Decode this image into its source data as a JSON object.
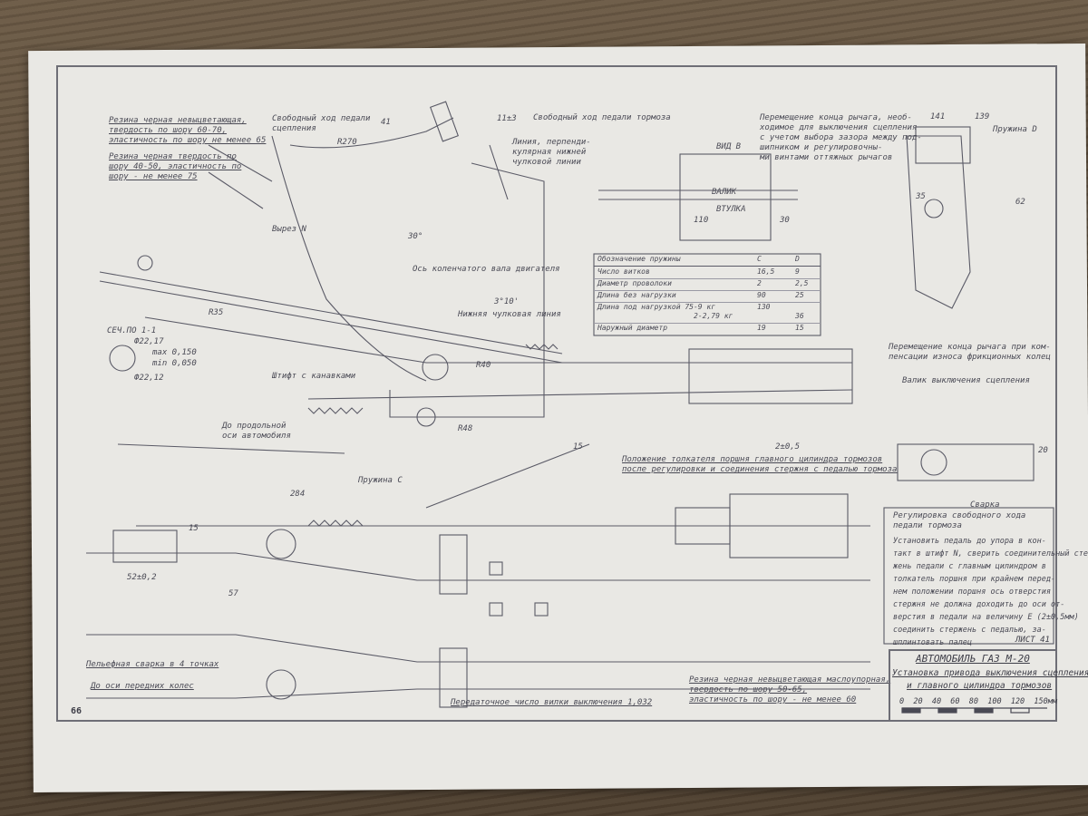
{
  "page_number": "66",
  "sheet_label": "ЛИСТ 41",
  "title_block": {
    "title": "АВТОМОБИЛЬ ГАЗ М-20",
    "subtitle_1": "Установка привода выключения сцепления",
    "subtitle_2": "и главного цилиндра тормозов",
    "scale_label": "0  20  40  60  80  100  120  150мм"
  },
  "notes": {
    "rubber_top": "Резина черная невыцветающая,\nтвердость по шору 60-70,\nэластичность по шору не менее 65",
    "rubber_mid": "Резина черная твердость по\nшору 40-50, эластичность по\nшору - не менее 75",
    "free_travel_clutch": "Свободный ход педали\nсцепления",
    "free_travel_brake": "Свободный ход педали тормоза",
    "perp_line": "Линия, перпенди-\nкулярная нижней\nчулковой линии",
    "lever_travel": "Перемещение конца рычага, необ-\nходимое для выключения сцепления\nс учетом выбора зазора между под-\nшипником и регулировочны-\nми винтами оттяжных рычагов",
    "spring_d": "Пружина D",
    "view_b": "ВИД В",
    "roller": "ВАЛИК",
    "sleeve": "ВТУЛКА",
    "crankshaft_axis": "Ось коленчатого вала двигателя",
    "lower_line": "Нижняя чулковая линия",
    "pin_grooves": "Штифт с канавками",
    "longitudinal_axis": "До продольной\nоси автомобиля",
    "section": "СЕЧ.ПО 1-1",
    "spring_c": "Пружина С",
    "pusher_position": "Положение толкателя поршня главного цилиндра тормозов\nпосле регулировки и соединения стержня с педалью тормоза",
    "comp_lever": "Перемещение конца рычага при ком-\nпенсации износа фрикционных колец",
    "shaft_title": "Валик выключения сцепления",
    "assembly": "Сварка",
    "adjust_title": "Регулировка свободного хода\nпедали тормоза",
    "adjust_text": "Установить педаль до упора в кон-\nтакт в штифт N, сверить соединительный стер-\nжень педали с главным цилиндром в\nтолкатель поршня при крайнем перед-\nнем положении поршня ось отверстия\nстержня не должна доходить до оси от-\nверстия в педали на величину Е (2±0,5мм)\nсоединить стержень с педалью, за-\nшплинтовать палец",
    "rubber_bottom": "Резина черная невыцветающая маслоупорная,\nтвердость по шору 50-65,\nэластичность по шору - не менее 60",
    "gear_ratio": "Передаточное число вилки выключения 1,032",
    "welded": "Пельефная сварка в 4 точках",
    "front_axle": "До оси передних колес",
    "cut_n": "Вырез N"
  },
  "dimensions": {
    "d270": "R270",
    "d35": "R35",
    "d40": "R40",
    "d48": "R48",
    "d52": "52±0,2",
    "d284": "284",
    "d57": "57",
    "d15a": "15",
    "d15b": "15",
    "d30": "30°",
    "d3_10": "3°10'",
    "d2_05": "2±0,5",
    "d11_3": "11±3",
    "d41": "41",
    "d110": "110",
    "d30b": "30",
    "d141": "141",
    "d139": "139",
    "d62": "62",
    "d35b": "35",
    "d20": "20",
    "d22a": "Ф22,17",
    "d22b": "Ф22,12",
    "max": "max 0,150",
    "min": "min 0,050"
  },
  "spring_table": {
    "headers": [
      "Обозначение пружины",
      "C",
      "D"
    ],
    "rows": [
      [
        "Число витков",
        "16,5",
        "9"
      ],
      [
        "Диаметр проволоки",
        "2",
        "2,5"
      ],
      [
        "Длина без нагрузки",
        "90",
        "25"
      ],
      [
        "Длина под нагрузкой 75-9 кг",
        "130",
        ""
      ],
      [
        "2-2,79 кг",
        "",
        "36"
      ],
      [
        "Наружный диаметр",
        "19",
        "15"
      ]
    ]
  }
}
